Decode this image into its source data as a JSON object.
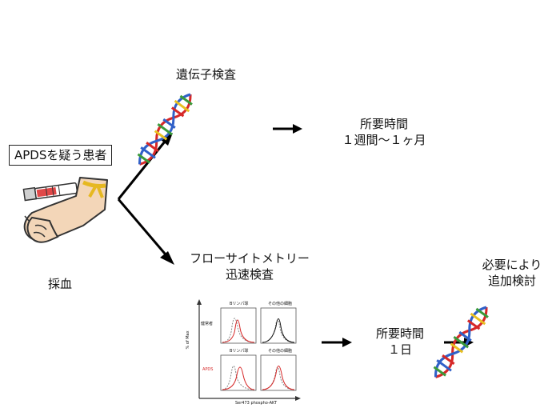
{
  "patient_label": "APDSを疑う患者",
  "blood_draw_label": "採血",
  "genetic_test": {
    "title": "遺伝子検査",
    "time_line1": "所要時間",
    "time_line2": "１週間〜１ヶ月"
  },
  "flow_test": {
    "title_line1": "フローサイトメトリー",
    "title_line2": "迅速検査",
    "time_line1": "所要時間",
    "time_line2": "１日"
  },
  "additional": {
    "line1": "必要により",
    "line2": "追加検討"
  },
  "histogram": {
    "y_axis_label": "% of Max",
    "x_axis_label": "Ser473 phospho-AKT",
    "row_labels": [
      "健常者",
      "APDS"
    ],
    "col_labels": [
      "Bリンパ球",
      "その他の細胞"
    ]
  },
  "colors": {
    "arrow": "#000000",
    "apds_red": "#d62828",
    "skin": "#f3d6b8",
    "tourniquet": "#e6b820"
  }
}
